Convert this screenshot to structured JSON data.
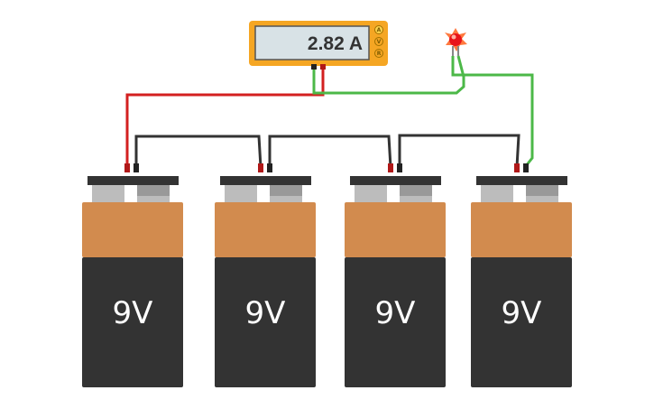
{
  "multimeter": {
    "reading": "2.82 A",
    "mode_buttons": [
      {
        "label": "A",
        "selected": true
      },
      {
        "label": "V",
        "selected": false
      },
      {
        "label": "R",
        "selected": false
      }
    ],
    "colors": {
      "body": "#f5a623",
      "screen": "#d8e2e6"
    }
  },
  "batteries": [
    {
      "label": "9V"
    },
    {
      "label": "9V"
    },
    {
      "label": "9V"
    },
    {
      "label": "9V"
    }
  ],
  "battery_colors": {
    "top": "#d28b4e",
    "bottom": "#333333",
    "cap": "#333333",
    "terminal": "#bcbcbc"
  },
  "led": {
    "color": "red",
    "state": "on"
  },
  "wire_colors": {
    "red": "#d32020",
    "green": "#4cb848",
    "black": "#333333"
  }
}
